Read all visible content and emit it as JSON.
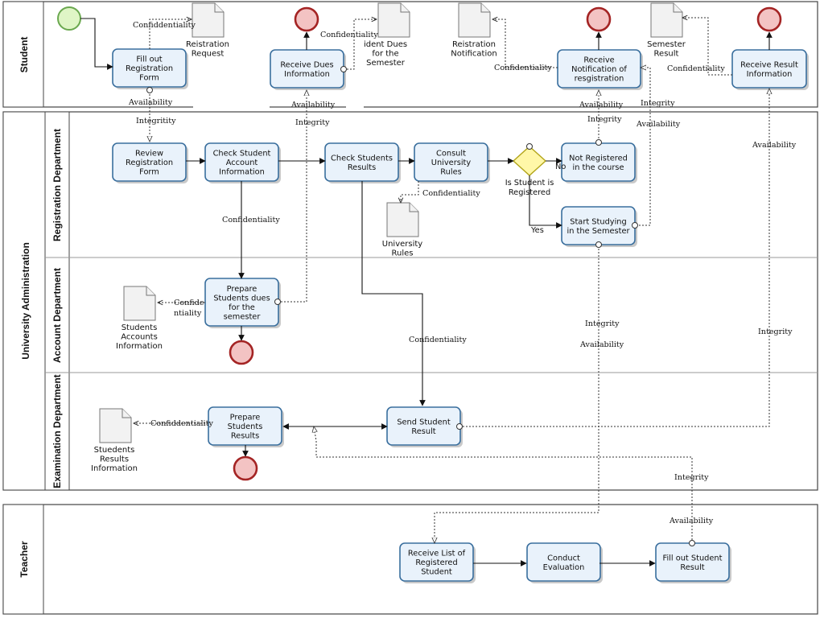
{
  "pools": {
    "student": "Student",
    "university": "University Administration",
    "teacher": "Teacher"
  },
  "lanes": {
    "registration": "Registration Department",
    "account": "Account Department",
    "examination": "Examination Department"
  },
  "tasks": {
    "fill_form": [
      "Fill out",
      "Registration",
      "Form"
    ],
    "receive_dues": [
      "Receive  Dues",
      "Information"
    ],
    "receive_notif": [
      "Receive",
      "Notification of",
      "resgistration"
    ],
    "receive_result": [
      "Receive  Result",
      "Information"
    ],
    "review_form": [
      "Review",
      "Registration",
      "Form"
    ],
    "check_account": [
      "Check Student",
      "Account",
      "Information"
    ],
    "check_results": [
      "Check Students",
      "Results"
    ],
    "consult_rules": [
      "Consult",
      "University",
      "Rules"
    ],
    "not_registered": [
      "Not Registered",
      "in the course"
    ],
    "start_studying": [
      "Start Studying",
      "in the Semester"
    ],
    "prepare_dues": [
      "Prepare",
      "Students dues",
      "for the",
      "semester"
    ],
    "prepare_results": [
      "Prepare",
      "Students",
      "Results"
    ],
    "send_result": [
      "Send Student",
      "Result"
    ],
    "receive_list": [
      "Receive List of",
      "Registered",
      "Student"
    ],
    "conduct_eval": [
      "Conduct",
      "Evaluation"
    ],
    "fill_result": [
      "Fill out Student",
      "Result"
    ]
  },
  "gateway": {
    "question": [
      "Is Student is",
      "Registered"
    ],
    "no": "No",
    "yes": "Yes"
  },
  "docs": {
    "reg_request": [
      "Reistration",
      "Request"
    ],
    "dues_semester": [
      "ident Dues",
      "for the",
      "Semester"
    ],
    "reg_notification": [
      "Reistration",
      "Notification"
    ],
    "semester_result": [
      "Semester",
      "Result"
    ],
    "university_rules": [
      "University",
      "Rules"
    ],
    "accounts_info": [
      "Students",
      "Accounts",
      "Information"
    ],
    "results_info": [
      "Stuedents",
      "Results",
      "Information"
    ]
  },
  "assoc": {
    "a1": "Confiddentiality",
    "a2": "Confidentiality",
    "a3": "Confidentiality",
    "a4": "Confidentiality",
    "a5": "Availability",
    "a6": "Integritity",
    "a7": "Availability",
    "a8": "Integrity",
    "a9": "Availability",
    "a10": "Integrity",
    "a11": "Integrity",
    "a12": "Availability",
    "a13": "Availability",
    "a14": "Confidentiality",
    "a15": "Confidentiality",
    "a16": "Confide",
    "a16b": "ntiality",
    "a17": "Confidentiality",
    "a18": "Integrity",
    "a19": "Availability",
    "a20": "Integrity",
    "a21": "Confiddentiality",
    "a22": "Integrity",
    "a23": "Availability"
  }
}
